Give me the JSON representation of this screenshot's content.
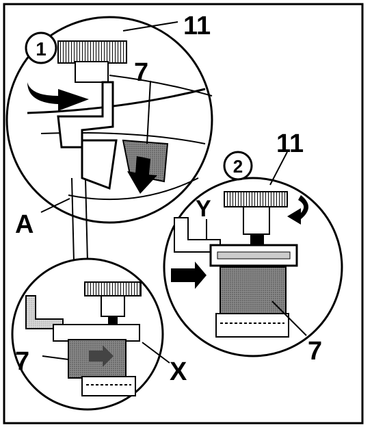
{
  "labels": {
    "step1": "1",
    "step2": "2",
    "ref11_top": "11",
    "ref7_top": "7",
    "ref11_right": "11",
    "refY": "Y",
    "refA": "A",
    "ref7_right": "7",
    "ref7_bottom": "7",
    "refX": "X"
  }
}
